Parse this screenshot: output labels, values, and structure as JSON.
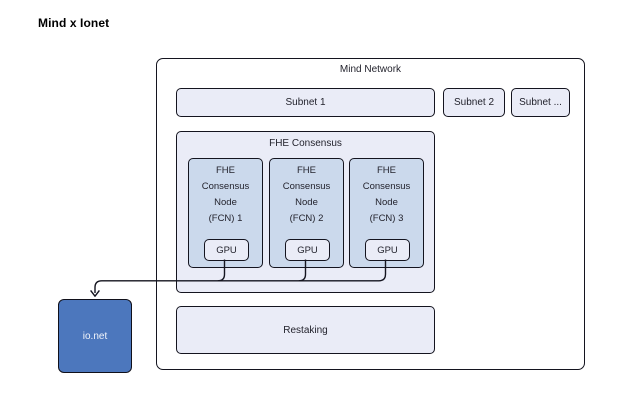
{
  "title": "Mind x Ionet",
  "colors": {
    "light_fill": "#eaecf7",
    "node_fill": "#cbd9ec",
    "ionet_fill": "#4c77bd",
    "border": "#14141f",
    "text": "#23232d",
    "ionet_text": "#f2f5fb"
  },
  "diagram": {
    "network": {
      "label": "Mind Network"
    },
    "subnets": [
      {
        "label": "Subnet 1"
      },
      {
        "label": "Subnet 2"
      },
      {
        "label": "Subnet ..."
      }
    ],
    "fhe": {
      "label": "FHE Consensus",
      "nodes": [
        {
          "lines": [
            "FHE",
            "Consensus",
            "Node",
            "(FCN) 1"
          ],
          "gpu": "GPU"
        },
        {
          "lines": [
            "FHE",
            "Consensus",
            "Node",
            "(FCN) 2"
          ],
          "gpu": "GPU"
        },
        {
          "lines": [
            "FHE",
            "Consensus",
            "Node",
            "(FCN) 3"
          ],
          "gpu": "GPU"
        }
      ]
    },
    "restaking": {
      "label": "Restaking"
    },
    "ionet": {
      "label": "io.net"
    }
  }
}
